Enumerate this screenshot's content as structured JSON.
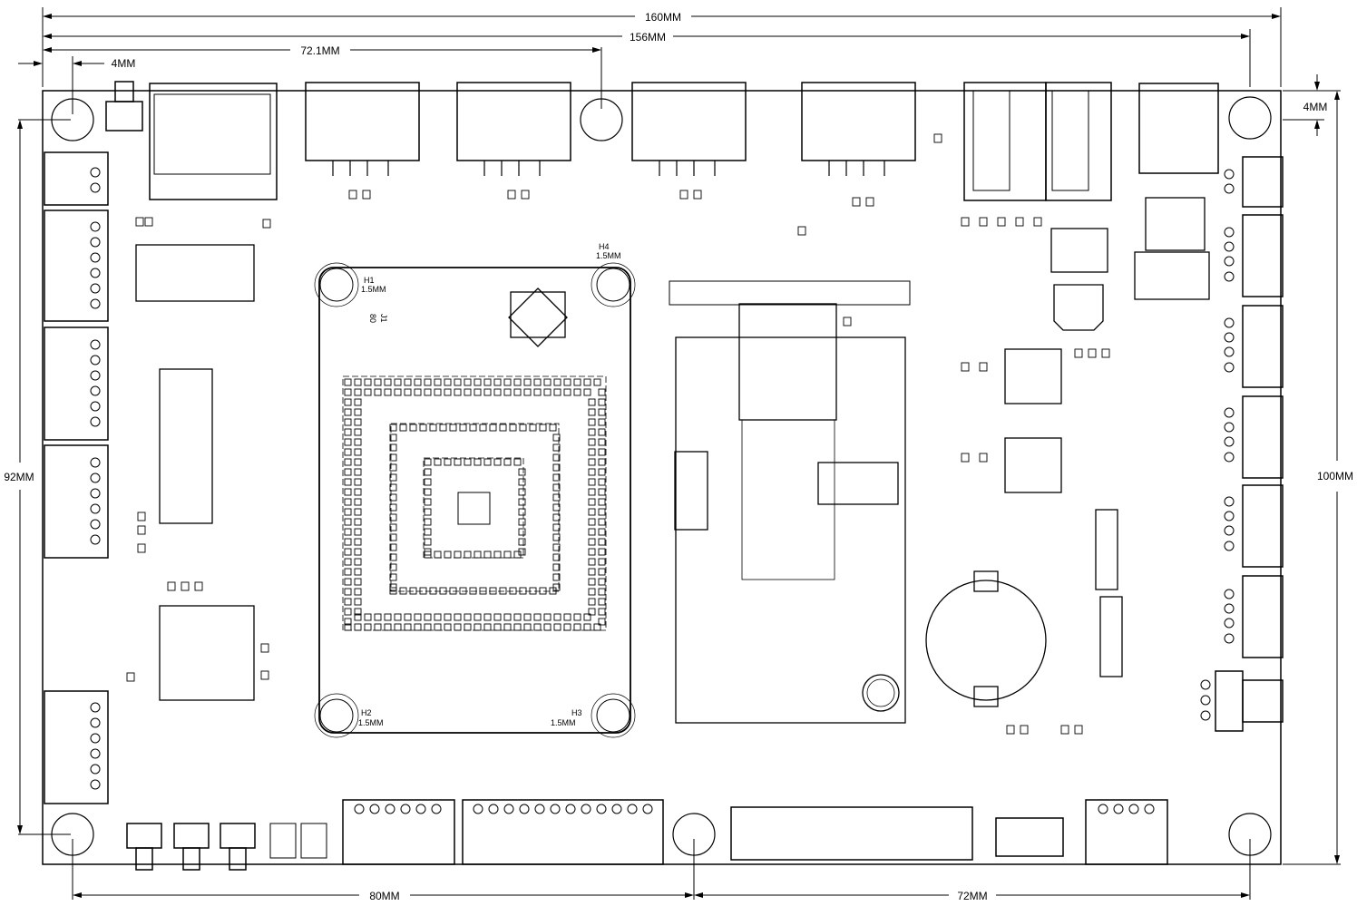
{
  "dimensions": {
    "width_160": "160MM",
    "width_156": "156MM",
    "offset_72_1": "72.1MM",
    "hole_inset_top_left": "4MM",
    "hole_inset_top_right": "4MM",
    "height_92": "92MM",
    "height_100": "100MM",
    "bottom_80": "80MM",
    "bottom_72": "72MM"
  },
  "holes": {
    "h1": {
      "ref": "H1",
      "size": "1.5MM"
    },
    "h2": {
      "ref": "H2",
      "size": "1.5MM"
    },
    "h3": {
      "ref": "H3",
      "size": "1.5MM"
    },
    "h4": {
      "ref": "H4",
      "size": "1.5MM"
    }
  },
  "module_label": "J1\n80",
  "module_label_parts": [
    "J1",
    "80"
  ],
  "colors": {
    "line": "#000000",
    "background": "#ffffff"
  }
}
